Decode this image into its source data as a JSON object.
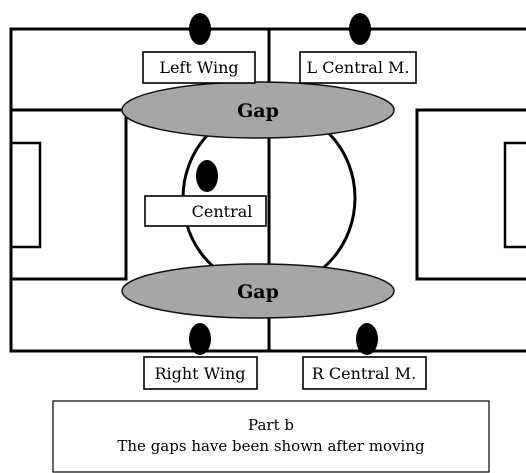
{
  "players": {
    "left_wing": "Left Wing",
    "l_central_mid": "L Central M.",
    "central": "Central",
    "right_wing": "Right Wing",
    "r_central_mid": "R Central M."
  },
  "gaps": {
    "top_label": "Gap",
    "bottom_label": "Gap"
  },
  "caption": {
    "line1": "Part b",
    "line2": "The gaps have been shown after moving"
  }
}
